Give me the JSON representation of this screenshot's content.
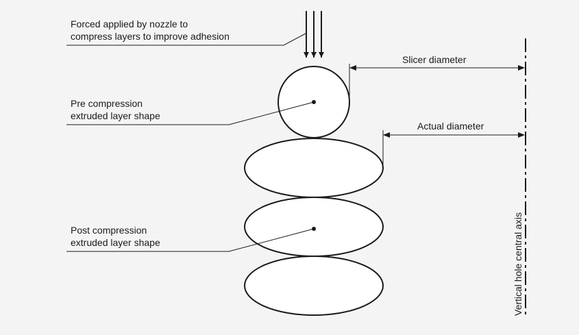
{
  "labels": {
    "force_line1": "Forced applied by nozzle to",
    "force_line2": "compress layers to improve adhesion",
    "pre_line1": "Pre compression",
    "pre_line2": "extruded layer shape",
    "post_line1": "Post compression",
    "post_line2": "extruded layer shape",
    "slicer_diameter": "Slicer diameter",
    "actual_diameter": "Actual diameter",
    "axis_label": "Vertical hole central axis"
  },
  "colors": {
    "background": "#f4f4f4",
    "ink": "#1a1a1a",
    "shape_fill": "#ffffff"
  }
}
